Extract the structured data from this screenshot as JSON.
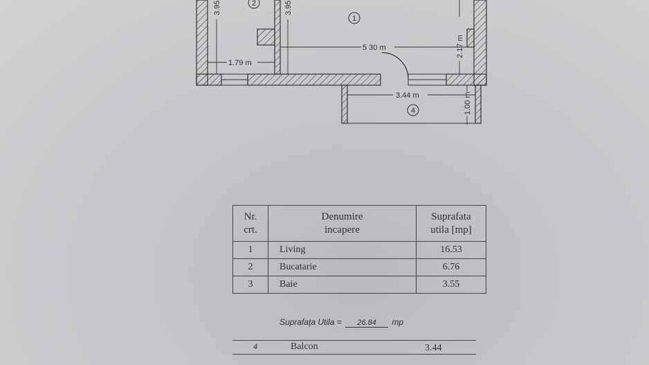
{
  "plan": {
    "rooms": [
      "1",
      "2",
      "4"
    ],
    "dimensions": {
      "kitchen_height": "3.95",
      "living_height": "3.95",
      "kitchen_width": "1.79 m",
      "living_width": "5 30 m",
      "living_right": "2.17 m",
      "balcony_width": "3.44 m",
      "balcony_depth": "1.00 m"
    }
  },
  "table": {
    "headers": [
      [
        "Nr.",
        "crt."
      ],
      [
        "Denumire",
        "incapere"
      ],
      [
        "Suprafata",
        "utila [mp]"
      ]
    ],
    "rows": [
      {
        "nr": "1",
        "name": "Living",
        "area": "16.53"
      },
      {
        "nr": "2",
        "name": "Bucatarie",
        "area": "6.76"
      },
      {
        "nr": "3",
        "name": "Baie",
        "area": "3.55"
      }
    ]
  },
  "total": {
    "label": "Suprafaţa Utila =",
    "value": "26.84",
    "unit": "mp"
  },
  "balcony_row": {
    "nr": "4",
    "name": "Balcon",
    "area": "3.44"
  }
}
